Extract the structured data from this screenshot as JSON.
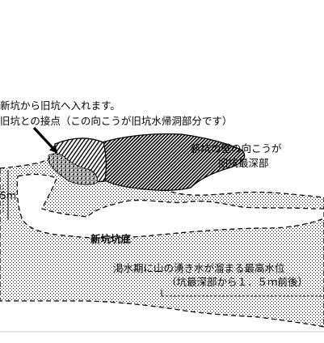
{
  "annotations": {
    "entrance_line1": "新坑から旧坑へ入れます。",
    "entrance_line2": "旧坑との接点（この向こうが旧坑水帰洞部分です）",
    "deepest_line1": "新坑の壁の向こうが",
    "deepest_line2": "旧坑最深部",
    "floor": "新坑坑底",
    "water_line1": "渇水期に山の湧き水が溜まる最高水位",
    "water_line2": "（坑最深部から１．５ｍ前後）",
    "edge_label": "5m"
  },
  "colors": {
    "ink": "#000000",
    "paper": "#ffffff",
    "rule": "#cccccc"
  }
}
